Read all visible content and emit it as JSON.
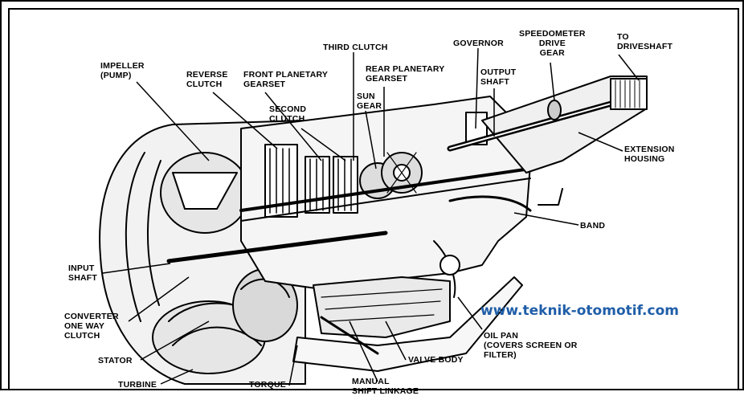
{
  "labels": {
    "impeller": "IMPELLER\n(PUMP)",
    "reverse_clutch": "REVERSE\nCLUTCH",
    "front_planetary": "FRONT PLANETARY\nGEARSET",
    "second_clutch": "SECOND\nCLUTCH",
    "third_clutch": "THIRD CLUTCH",
    "rear_planetary": "REAR PLANETARY\nGEARSET",
    "sun_gear": "SUN\nGEAR",
    "governor": "GOVERNOR",
    "output_shaft": "OUTPUT\nSHAFT",
    "speedometer": "SPEEDOMETER\nDRIVE\nGEAR",
    "to_driveshaft": "TO\nDRIVESHAFT",
    "extension_housing": "EXTENSION\nHOUSING",
    "band": "BAND",
    "input_shaft": "INPUT\nSHAFT",
    "converter_clutch": "CONVERTER\nONE WAY\nCLUTCH",
    "stator": "STATOR",
    "turbine": "TURBINE",
    "torque": "TORQUE",
    "manual_linkage": "MANUAL\nSHIFT LINKAGE",
    "valve_body": "VALVE BODY",
    "oil_pan": "OIL PAN\n(COVERS SCREEN OR\nFILTER)"
  },
  "watermark": "www.teknik-otomotif.com",
  "colors": {
    "ink": "#000000",
    "watermark": "#1f5ea8"
  }
}
